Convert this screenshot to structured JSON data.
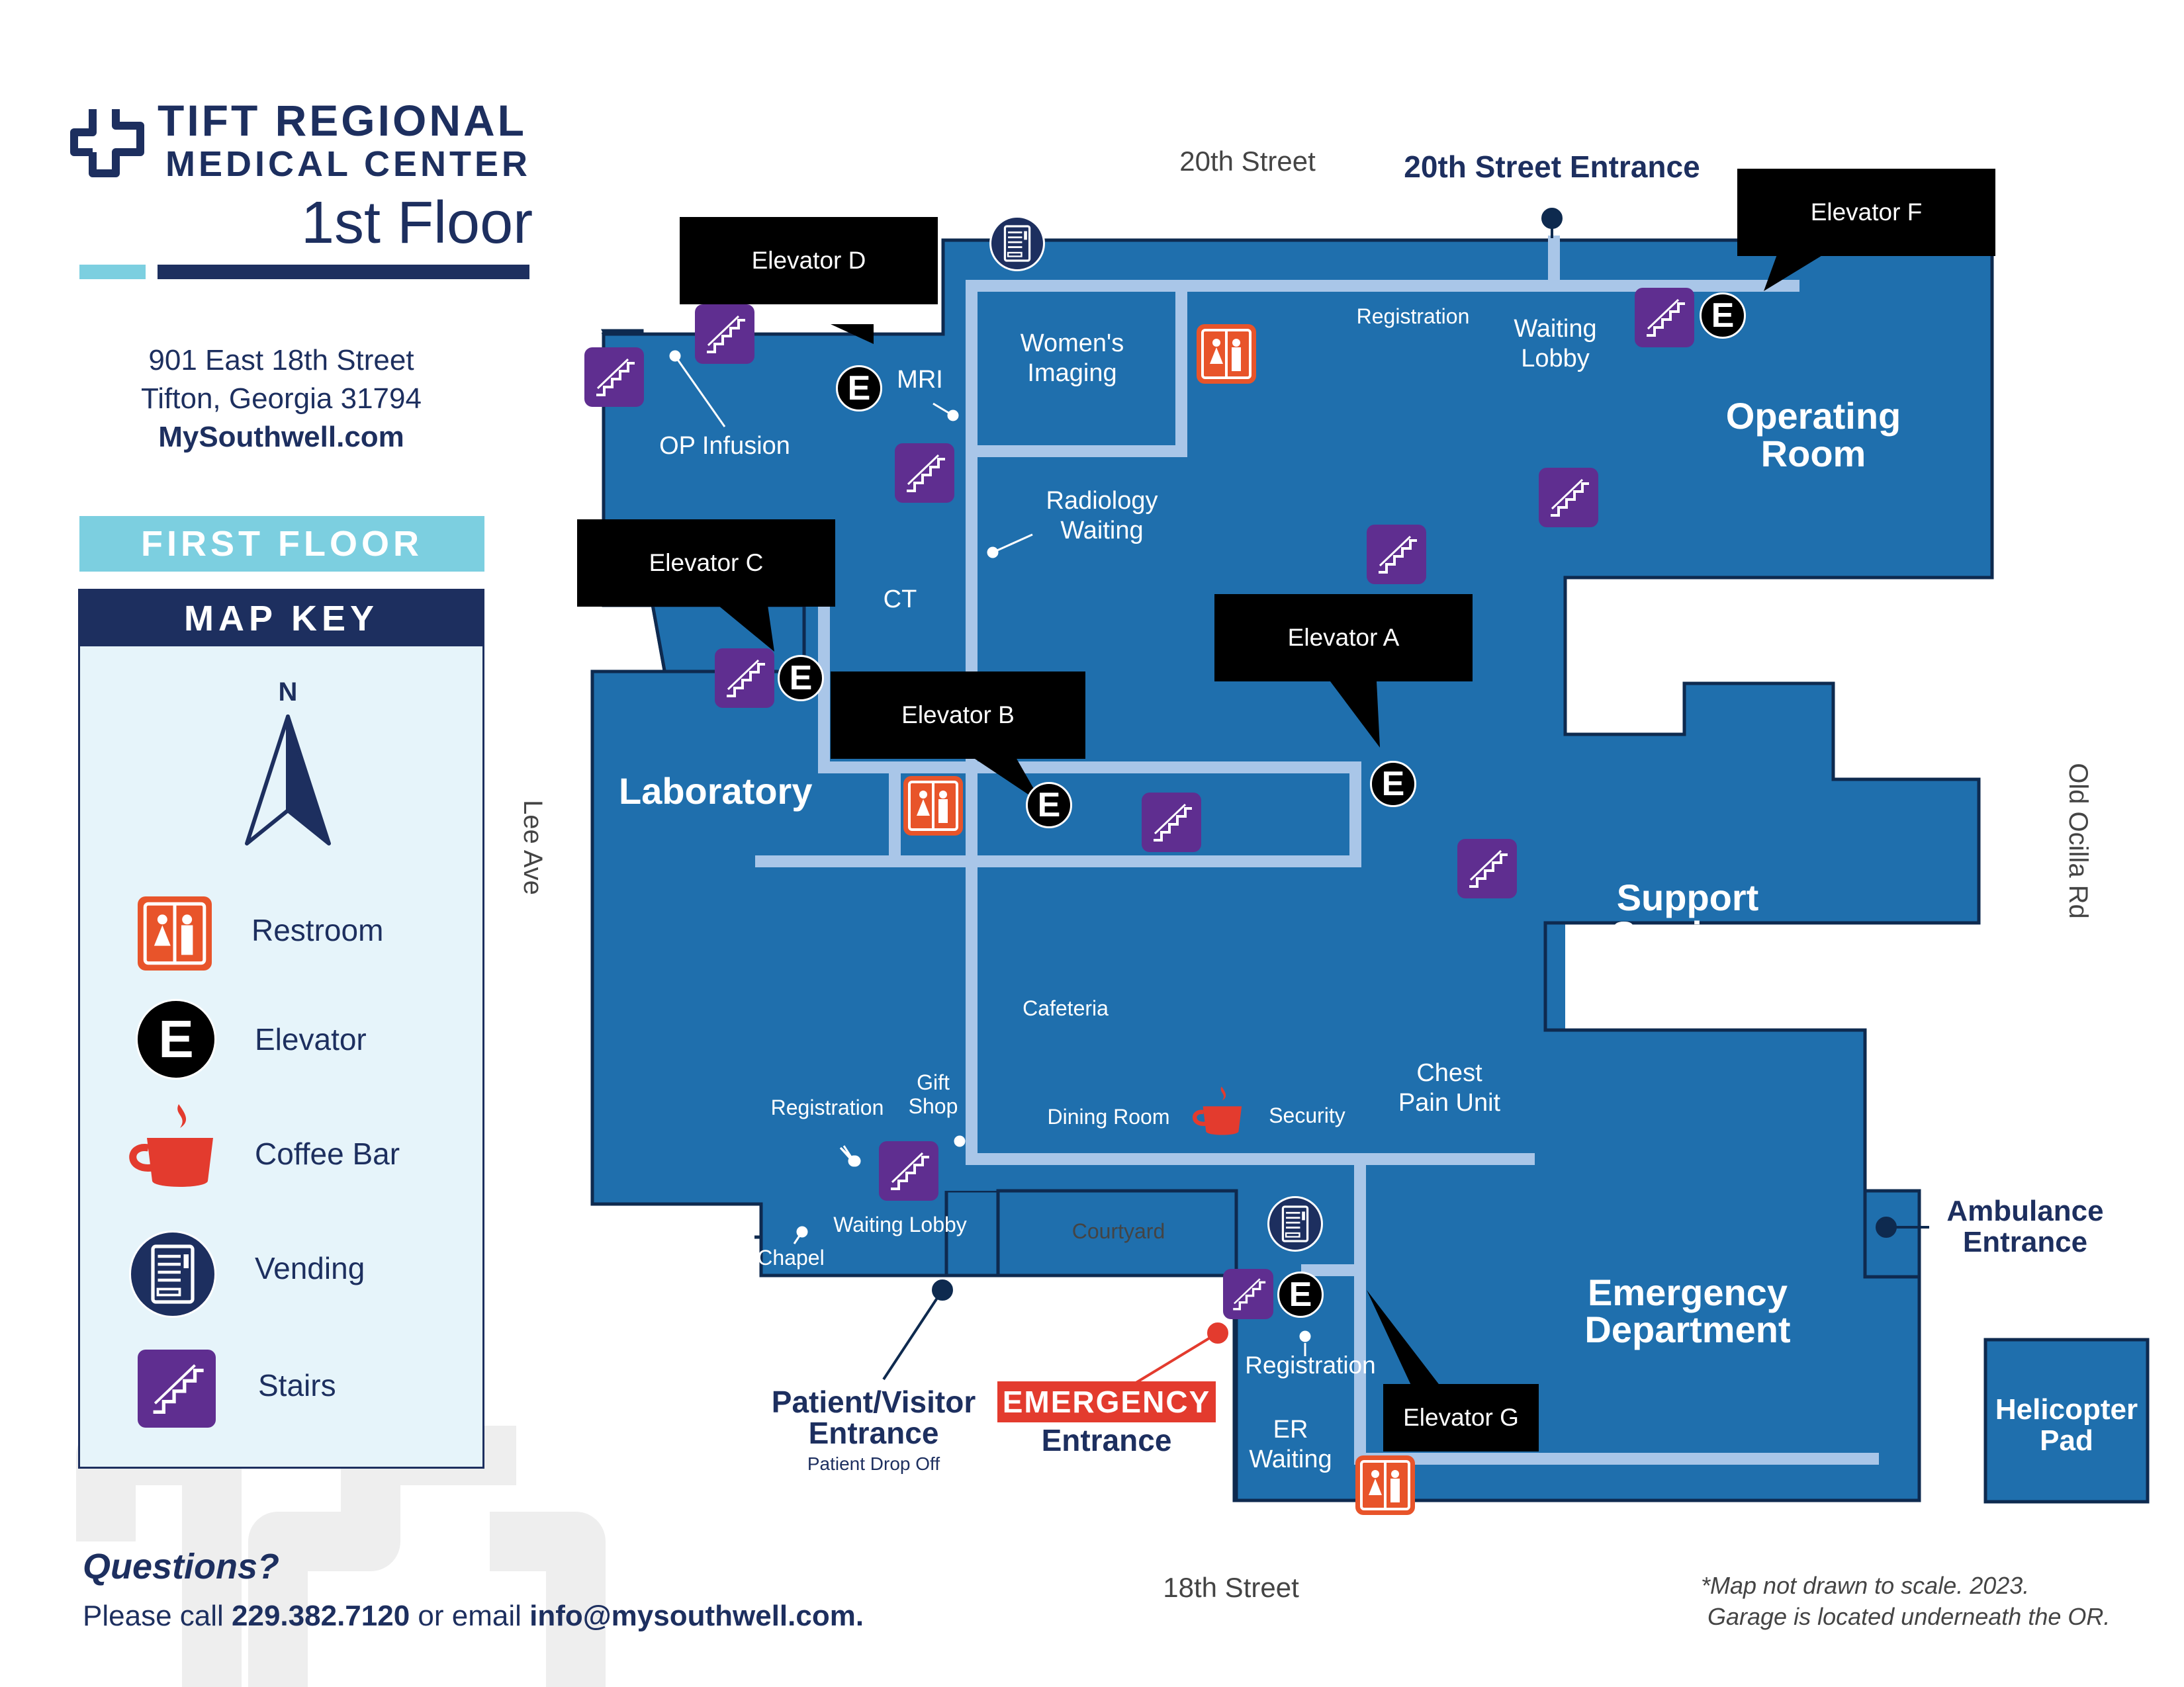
{
  "header": {
    "org_line1": "TIFT REGIONAL",
    "org_line2": "MEDICAL CENTER",
    "floor": "1st Floor",
    "address1": "901 East 18th Street",
    "address2": "Tifton, Georgia 31794",
    "website": "MySouthwell.com"
  },
  "key": {
    "first_floor": "FIRST FLOOR",
    "map_key": "MAP KEY",
    "north": "N",
    "items": [
      {
        "label": "Restroom",
        "icon": "restroom-icon"
      },
      {
        "label": "Elevator",
        "icon": "elevator-icon"
      },
      {
        "label": "Coffee Bar",
        "icon": "coffee-icon"
      },
      {
        "label": "Vending",
        "icon": "vending-icon"
      },
      {
        "label": "Stairs",
        "icon": "stairs-icon"
      }
    ]
  },
  "streets": {
    "north": "20th Street",
    "south": "18th Street",
    "west": "Lee Ave",
    "east": "Old Ocilla Rd"
  },
  "entrances": {
    "north": "20th Street Entrance",
    "ambulance1": "Ambulance",
    "ambulance2": "Entrance",
    "patient1": "Patient/Visitor",
    "patient2": "Entrance",
    "patient_drop": "Patient Drop Off",
    "emergency1": "EMERGENCY",
    "emergency2": "Entrance",
    "heli1": "Helicopter",
    "heli2": "Pad"
  },
  "elevators": {
    "a": "Elevator A",
    "b": "Elevator B",
    "c": "Elevator C",
    "d": "Elevator D",
    "f": "Elevator F",
    "g": "Elevator G",
    "letter": "E"
  },
  "rooms": {
    "womens1": "Women's",
    "womens2": "Imaging",
    "mri": "MRI",
    "op_infusion": "OP Infusion",
    "radiology1": "Radiology",
    "radiology2": "Waiting",
    "ct": "CT",
    "registration_n": "Registration",
    "waiting_lobby_n1": "Waiting",
    "waiting_lobby_n2": "Lobby",
    "or1": "Operating",
    "or2": "Room",
    "laboratory": "Laboratory",
    "support1": "Support",
    "support2": "Services",
    "cafeteria": "Cafeteria",
    "gift1": "Gift",
    "gift2": "Shop",
    "registration_w": "Registration",
    "dining": "Dining Room",
    "security": "Security",
    "chest1": "Chest",
    "chest2": "Pain Unit",
    "waiting_lobby_s": "Waiting Lobby",
    "chapel": "Chapel",
    "courtyard": "Courtyard",
    "registration_er": "Registration",
    "er_waiting1": "ER",
    "er_waiting2": "Waiting",
    "ed1": "Emergency",
    "ed2": "Department"
  },
  "footer": {
    "questions": "Questions?",
    "call_prefix": "Please call ",
    "phone": "229.382.7120",
    "email_prefix": " or email ",
    "email": "info@mysouthwell.com.",
    "note1": "*Map not drawn to scale. 2023.",
    "note2": "Garage is located underneath the OR."
  },
  "colors": {
    "building": "#1f6fad",
    "corridor": "#a9c6e8",
    "navy": "#1d2f5f",
    "teal": "#7ccfe0",
    "stairs": "#5f2e90",
    "restroom": "#e8542a",
    "emergency": "#e33b2e"
  }
}
